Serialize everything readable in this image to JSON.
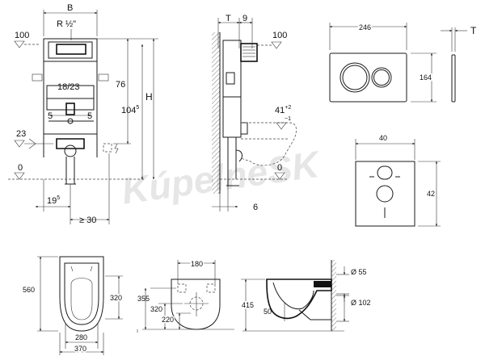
{
  "watermark": "KúpelneSK",
  "frame_front": {
    "dim_width": "B",
    "dim_thread": "R ½\"",
    "ref_top": "100",
    "dim_76": "76",
    "dim_104": "104",
    "dim_104_sup": "5",
    "dim_height": "H",
    "dim_18_23": "18/23",
    "dim_left_5": "5",
    "dim_right_5": "5",
    "dim_23": "23",
    "ref_zero": "0",
    "dim_19": "19",
    "dim_19_sup": "5",
    "dim_min_30": "≥ 30"
  },
  "frame_side": {
    "dim_depth": "T",
    "dim_9": "9",
    "ref_top": "100",
    "dim_41": "41",
    "dim_41_plus": "+2",
    "dim_41_minus": "−1",
    "ref_zero": "0",
    "dim_6": "6"
  },
  "flush_plate": {
    "dim_width": "246",
    "dim_height": "164",
    "dim_depth": "T"
  },
  "cutout": {
    "dim_width": "40",
    "dim_height": "42"
  },
  "toilet_top": {
    "dim_length": "560",
    "dim_320": "320",
    "dim_280": "280",
    "dim_370": "370"
  },
  "toilet_back": {
    "dim_180": "180",
    "dim_355": "355",
    "dim_320": "320",
    "dim_220": "220"
  },
  "toilet_side": {
    "dim_415": "415",
    "dim_50": "50",
    "dim_d55": "Ø 55",
    "dim_d102": "Ø 102"
  },
  "colors": {
    "line": "#1a1a1a",
    "watermark": "#e6e6e6"
  }
}
